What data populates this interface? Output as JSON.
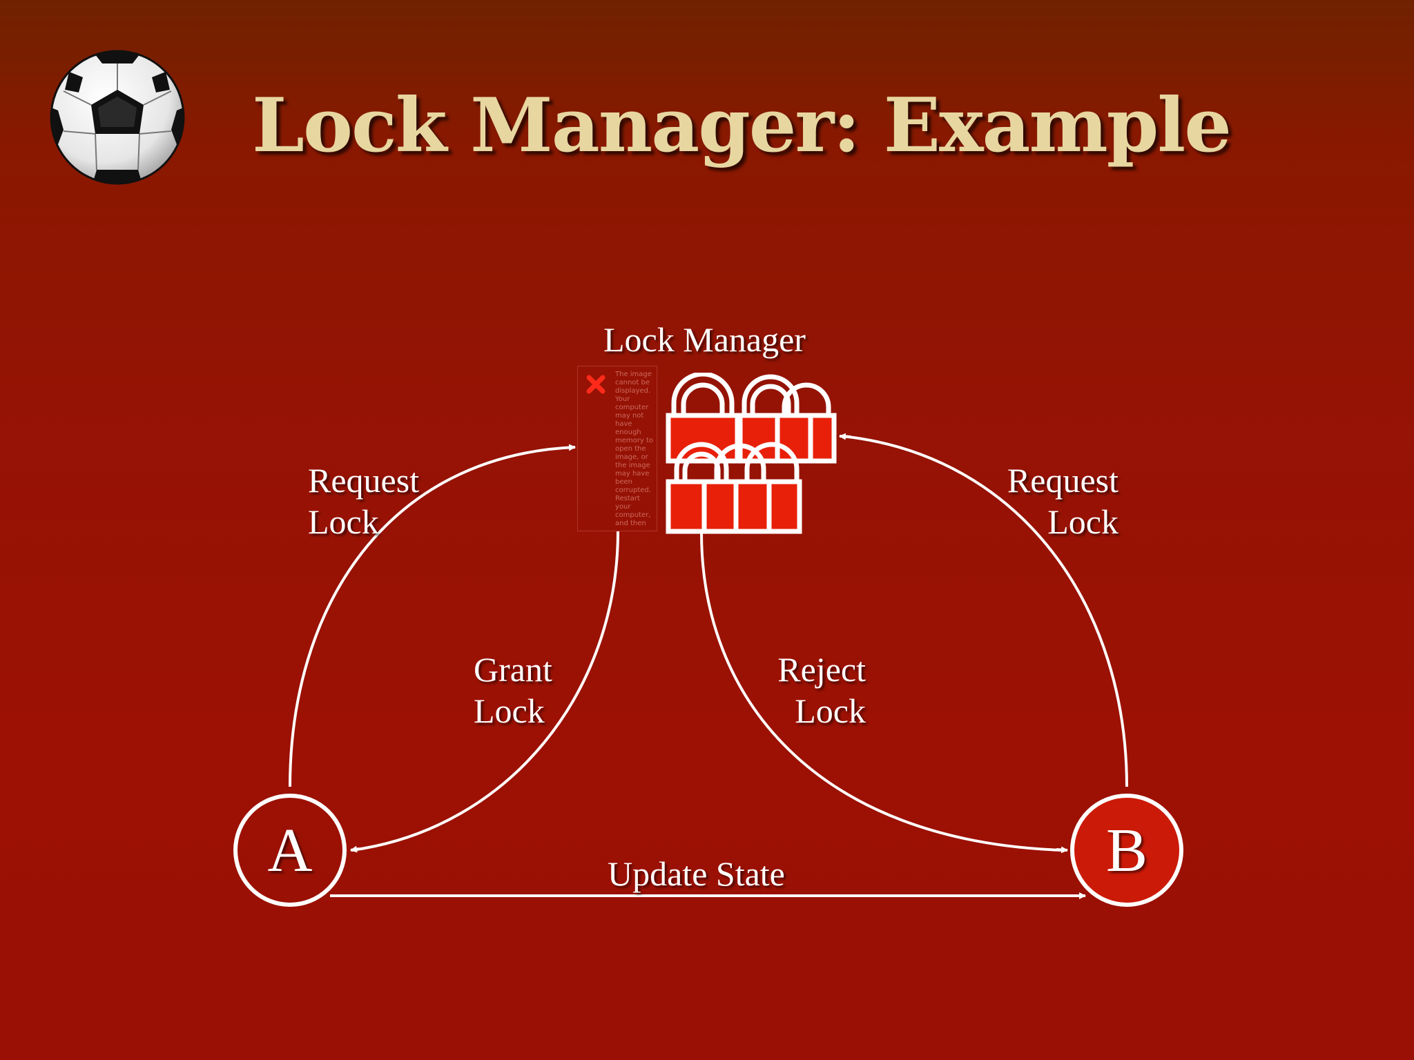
{
  "slide": {
    "title": "Lock Manager: Example"
  },
  "diagram": {
    "lock_manager_label": "Lock Manager",
    "broken_image_text": "The image cannot be displayed. Your computer may not have enough memory to open the image, or the image may have been corrupted. Restart your computer, and then",
    "nodes": {
      "a": "A",
      "b": "B"
    },
    "edges": {
      "request_lock_a": [
        "Request",
        "Lock"
      ],
      "request_lock_b": [
        "Request",
        "Lock"
      ],
      "grant_lock": [
        "Grant",
        "Lock"
      ],
      "reject_lock": [
        "Reject",
        "Lock"
      ],
      "update_state": "Update State"
    }
  },
  "colors": {
    "background": "#9a1004",
    "title": "#e8d6a0",
    "lock_fill": "#e8200a",
    "node_b_fill": "#cc1a08",
    "line": "#ffffff"
  },
  "icons": [
    "soccer-ball-icon",
    "broken-image-icon",
    "padlock-icon"
  ]
}
